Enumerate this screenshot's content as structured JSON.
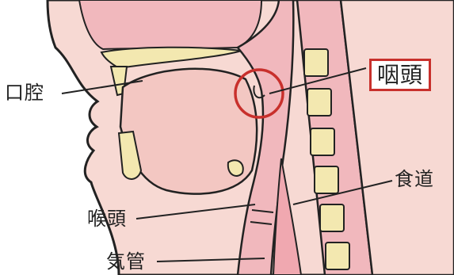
{
  "labels": {
    "oral_cavity": "口腔",
    "pharynx": "咽頭",
    "esophagus": "食道",
    "larynx": "喉頭",
    "trachea": "気管"
  },
  "colors": {
    "highlight": "#c8302c",
    "mucosa": "#f1b8bd",
    "skin": "#f7d9d3",
    "bone": "#f3e8b0",
    "outline": "#222222"
  }
}
